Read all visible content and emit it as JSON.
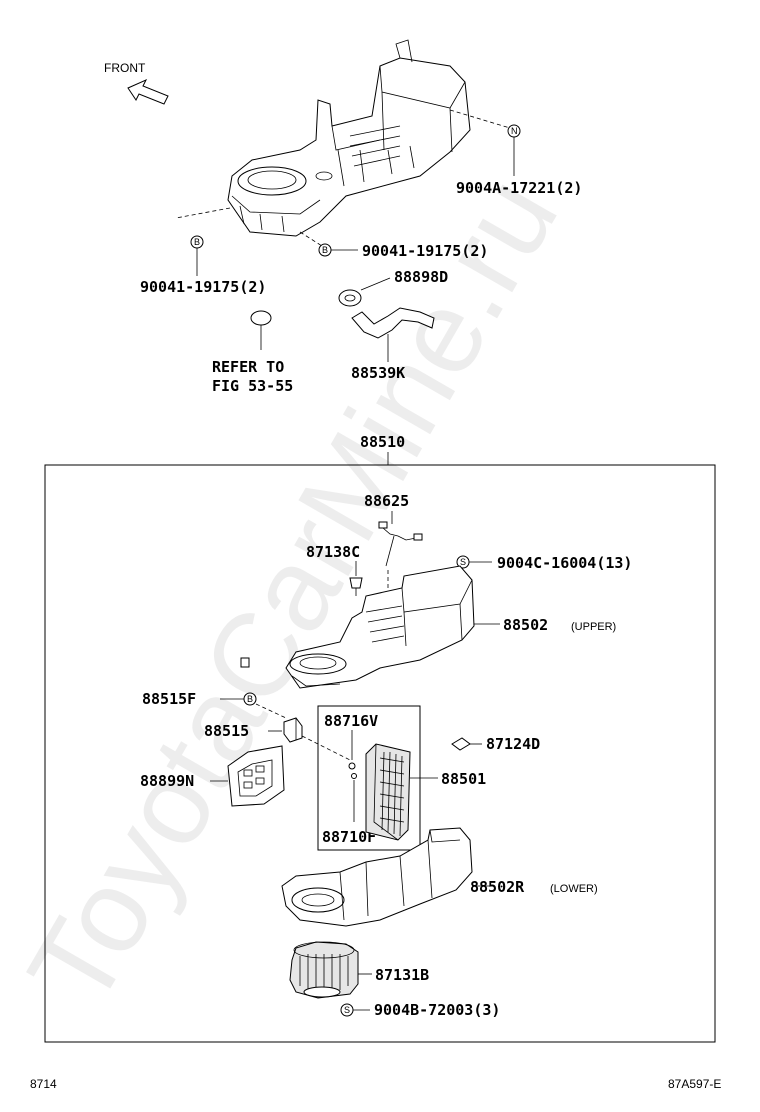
{
  "front_label": "FRONT",
  "watermark": "ToyotaCarMine.ru",
  "assembly": {
    "number": "88510"
  },
  "callouts": {
    "p9004a": {
      "number": "9004A-17221",
      "qty": "(2)"
    },
    "p90041a": {
      "number": "90041-19175",
      "qty": "(2)"
    },
    "p90041b": {
      "number": "90041-19175",
      "qty": "(2)"
    },
    "p88898d": {
      "number": "88898D"
    },
    "p88539k": {
      "number": "88539K"
    },
    "refer": {
      "line1": "REFER TO",
      "line2": "FIG 53-55"
    },
    "p88625": {
      "number": "88625"
    },
    "p87138c": {
      "number": "87138C"
    },
    "p9004c": {
      "number": "9004C-16004",
      "qty": "(13)"
    },
    "p88502": {
      "number": "88502",
      "note": "(UPPER)"
    },
    "p88515f": {
      "number": "88515F"
    },
    "p88515": {
      "number": "88515"
    },
    "p88716v": {
      "number": "88716V"
    },
    "p87124d": {
      "number": "87124D"
    },
    "p88899n": {
      "number": "88899N"
    },
    "p88501": {
      "number": "88501"
    },
    "p88710f": {
      "number": "88710F"
    },
    "p88502r": {
      "number": "88502R",
      "note": "(LOWER)"
    },
    "p87131b": {
      "number": "87131B"
    },
    "p9004b": {
      "number": "9004B-72003",
      "qty": "(3)"
    }
  },
  "symbols": {
    "n": "N",
    "b": "B",
    "s": "S"
  },
  "footer": {
    "left": "8714",
    "right": "87A597-E"
  }
}
